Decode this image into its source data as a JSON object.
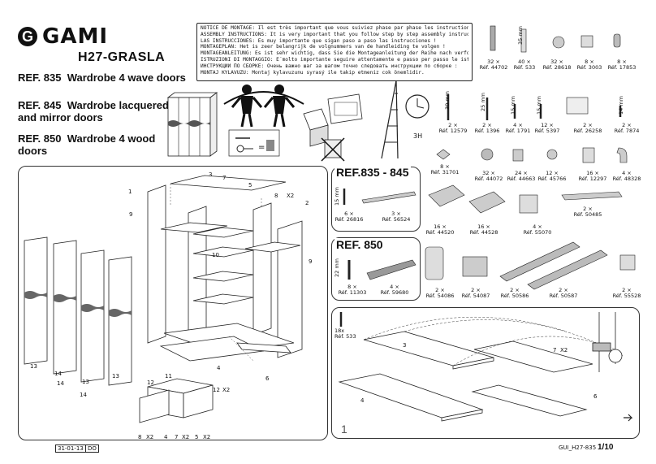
{
  "brand": {
    "logo_letter": "G",
    "name": "GAMI"
  },
  "model": "H27-GRASLA",
  "references": [
    {
      "ref": "REF. 835",
      "desc": "Wardrobe 4 wave doors"
    },
    {
      "ref": "REF. 845",
      "desc": "Wardrobe lacquered and mirror doors"
    },
    {
      "ref": "REF. 850",
      "desc": "Wardrobe 4 wood doors"
    }
  ],
  "notice_lines": [
    "NOTICE DE MONTAGE: Il est très important que vous suiviez phase par phase les instructions de montage !",
    "ASSEMBLY INSTRUCTIONS: It is very important that you follow step by step assembly instructions !",
    "LAS INSTRUCCIONES: Es muy importante que sigan paso a paso las instrucciones !",
    "MONTAGEPLAN: Het is zeer belangrijk de volgnummers van de handleiding te volgen !",
    "MONTAGEANLEITUNG: Es ist sehr wichtig, dass Sie die Montageanleitung der Reihe nach verfolgen !",
    "ISTRUZIONI DI MONTAGGIO: E´molto importante seguire attentamente e passo per passo le istruzioni di montaggio!",
    "ИНСТРУКЦИИ ПО СБОРКЕ: Очень важно шаг за шагом точно следовать инструкции по сборке :",
    "MONTAJ KYLAVUZU: Montaj kylavuzunu syrasý ile takip etmeniz cok önemlidir."
  ],
  "hardware_top": [
    {
      "qty": "32 ×",
      "ref": "Réf. 44702",
      "dim": ""
    },
    {
      "qty": "40 ×",
      "ref": "Réf. 533",
      "dim": "35 mm"
    },
    {
      "qty": "32 ×",
      "ref": "Réf. 28618",
      "dim": ""
    },
    {
      "qty": "8 ×",
      "ref": "Réf. 3003",
      "dim": ""
    },
    {
      "qty": "8 ×",
      "ref": "Réf. 17853",
      "dim": ""
    }
  ],
  "hardware_row2": [
    {
      "qty": "2 ×",
      "ref": "Réf. 12579",
      "dim": "30 mm"
    },
    {
      "qty": "2 ×",
      "ref": "Réf. 1396",
      "dim": "25 mm"
    },
    {
      "qty": "4 ×",
      "ref": "Réf. 1791",
      "dim": "15 mm"
    },
    {
      "qty": "12 ×",
      "ref": "Réf. 5397",
      "dim": "15 mm"
    },
    {
      "qty": "2 ×",
      "ref": "Réf. 26258",
      "dim": ""
    },
    {
      "qty": "2 ×",
      "ref": "Réf. 7874",
      "dim": "14 mm"
    }
  ],
  "time_label": "3H",
  "hardware_row3": [
    {
      "qty": "8 ×",
      "ref": "Réf. 31701"
    },
    {
      "qty": "32 ×",
      "ref": "Réf. 44072"
    },
    {
      "qty": "24 ×",
      "ref": "Réf. 44663"
    },
    {
      "qty": "12 ×",
      "ref": "Réf. 45766"
    },
    {
      "qty": "16 ×",
      "ref": "Réf. 12297"
    },
    {
      "qty": "4 ×",
      "ref": "Réf. 48328"
    }
  ],
  "panel_835": {
    "title": "REF.835 - 845",
    "items": [
      {
        "qty": "6 ×",
        "ref": "Réf. 26816",
        "dim": "15 mm"
      },
      {
        "qty": "3 ×",
        "ref": "Réf. 56524",
        "dim": ""
      }
    ]
  },
  "panel_850": {
    "title": "REF. 850",
    "items": [
      {
        "qty": "8 ×",
        "ref": "Réf. 11303",
        "dim": "22 mm"
      },
      {
        "qty": "4 ×",
        "ref": "Réf. 59680",
        "dim": ""
      }
    ]
  },
  "hinges": [
    {
      "qty": "16 ×",
      "ref": "Réf. 44520"
    },
    {
      "qty": "16 ×",
      "ref": "Réf. 44528"
    },
    {
      "qty": "4 ×",
      "ref": "Réf. 55070"
    },
    {
      "qty": "2 ×",
      "ref": "Réf. 50485"
    }
  ],
  "bottom_hw": [
    {
      "qty": "2 ×",
      "ref": "Réf. 54086"
    },
    {
      "qty": "2 ×",
      "ref": "Réf. 54087"
    },
    {
      "qty": "2 ×",
      "ref": "Réf. 50586"
    },
    {
      "qty": "2 ×",
      "ref": "Réf. 50587"
    },
    {
      "qty": "2 ×",
      "ref": "Réf. 55528"
    }
  ],
  "step": {
    "number": "1",
    "fastener_qty": "18x",
    "fastener_ref": "Réf. 533",
    "parts": [
      "3",
      "4",
      "6",
      "7"
    ],
    "multiplier": "X2"
  },
  "exploded_parts": [
    "1",
    "2",
    "3",
    "4",
    "5",
    "6",
    "7",
    "8",
    "9",
    "10",
    "13",
    "14"
  ],
  "drawer_parts": [
    "11",
    "12",
    "5",
    "4",
    "7",
    "8"
  ],
  "x2": "X2",
  "footer": {
    "date": "31-01-13",
    "code": "DO",
    "doc": "GUI_H27-835",
    "page": "1/10"
  }
}
